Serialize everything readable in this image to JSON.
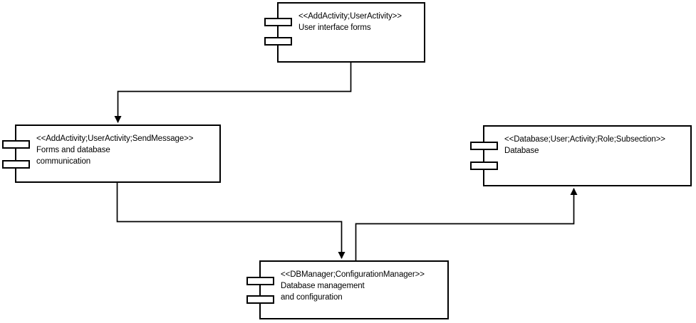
{
  "diagram": {
    "kind": "uml-component-diagram",
    "background_color": "#ffffff",
    "line_color": "#000000",
    "components": [
      {
        "id": "user-interface-forms",
        "stereotype": "<<AddActivity;UserActivity>>",
        "lines": [
          "User interface forms"
        ]
      },
      {
        "id": "forms-and-database-communication",
        "stereotype": "<<AddActivity;UserActivity;SendMessage>>",
        "lines": [
          "Forms and database",
          "communication"
        ]
      },
      {
        "id": "database",
        "stereotype": "<<Database;User;Activity;Role;Subsection>>",
        "lines": [
          "Database"
        ]
      },
      {
        "id": "database-management-and-configuration",
        "stereotype": "<<DBManager;ConfigurationManager>>",
        "lines": [
          "Database management",
          "and configuration"
        ]
      }
    ],
    "edges": [
      {
        "from": "user-interface-forms",
        "to": "forms-and-database-communication",
        "arrow": "filled-triangle"
      },
      {
        "from": "forms-and-database-communication",
        "to": "database-management-and-configuration",
        "arrow": "filled-triangle"
      },
      {
        "from": "database-management-and-configuration",
        "to": "database",
        "arrow": "filled-triangle"
      }
    ]
  }
}
